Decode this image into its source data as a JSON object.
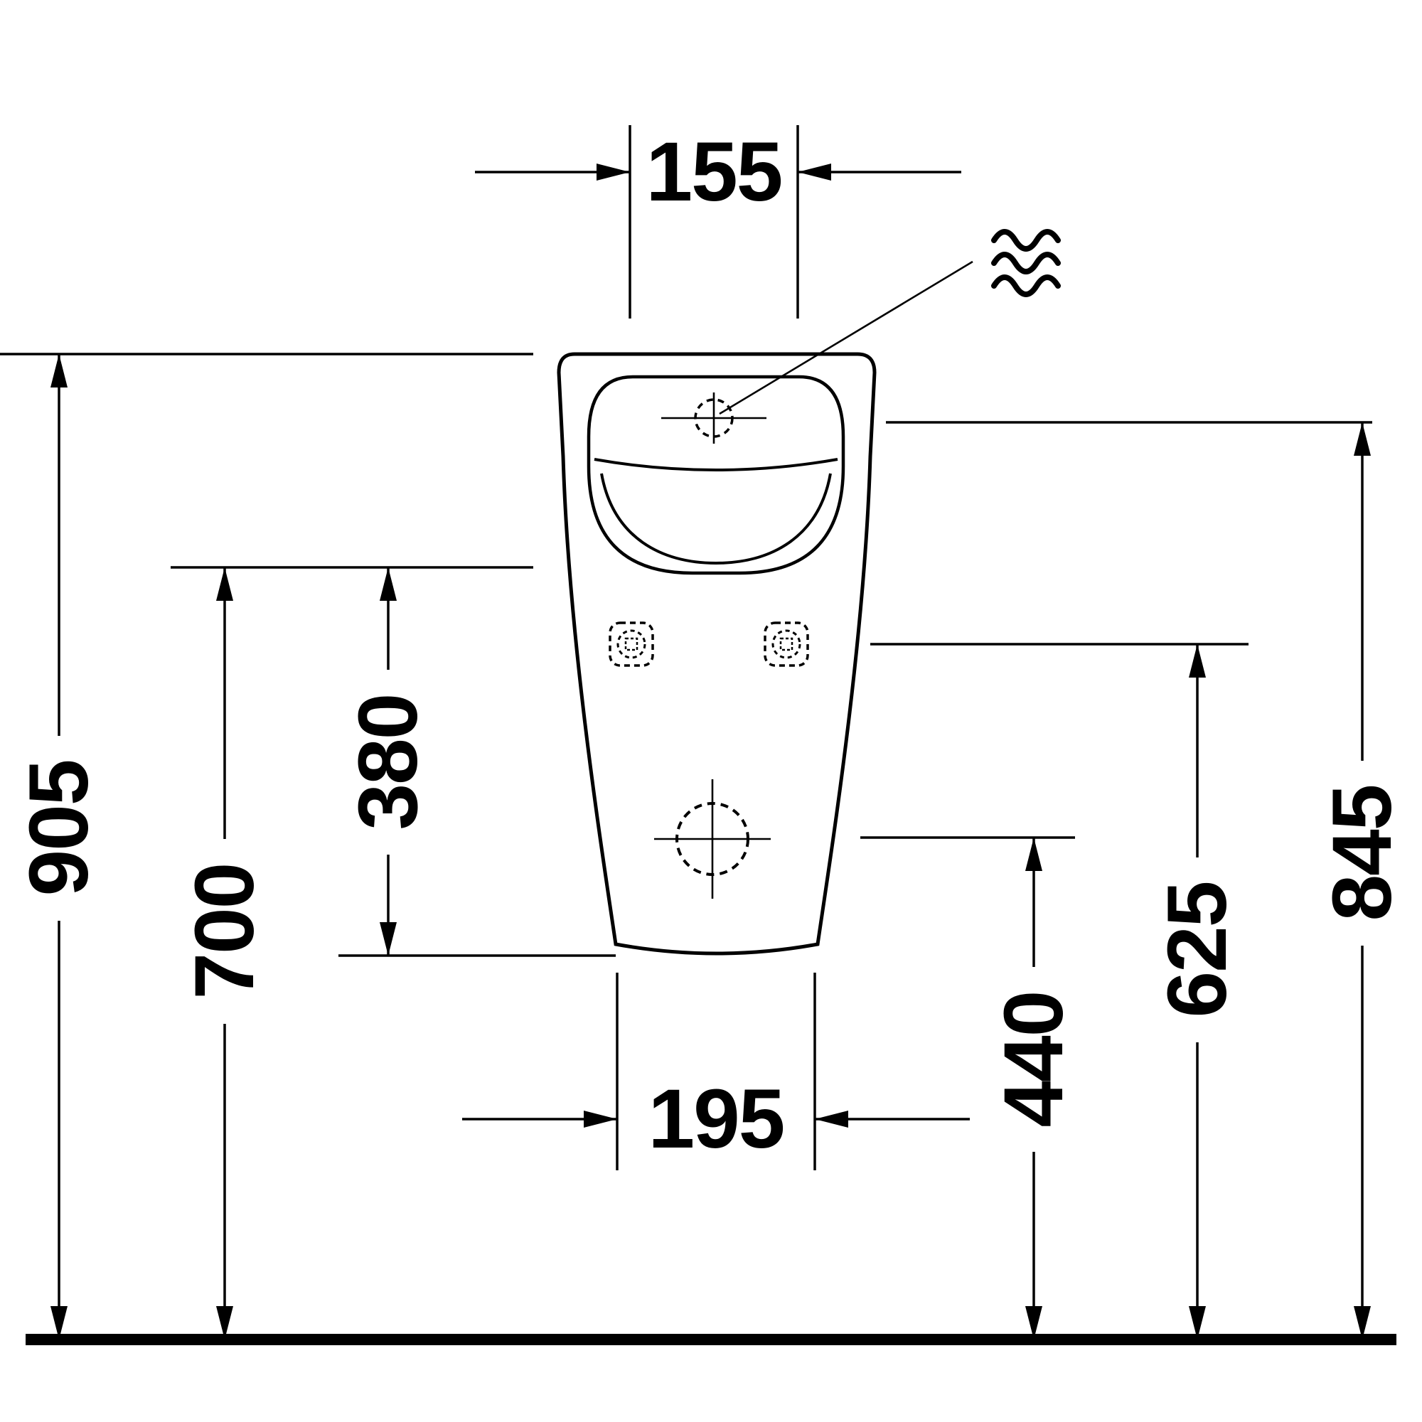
{
  "drawing": {
    "type": "technical-dimension-drawing",
    "subject": "wall-mounted-urinal-front-elevation",
    "background_color": "#ffffff",
    "line_color": "#000000",
    "dimensions": {
      "top_width": "155",
      "bottom_width": "195",
      "overall_height": "905",
      "rim_bottom_height": "700",
      "body_height": "380",
      "inlet_height": "845",
      "fixing_hole_height": "625",
      "outlet_height": "440"
    },
    "icons": {
      "water_supply": "wave-symbol"
    }
  }
}
